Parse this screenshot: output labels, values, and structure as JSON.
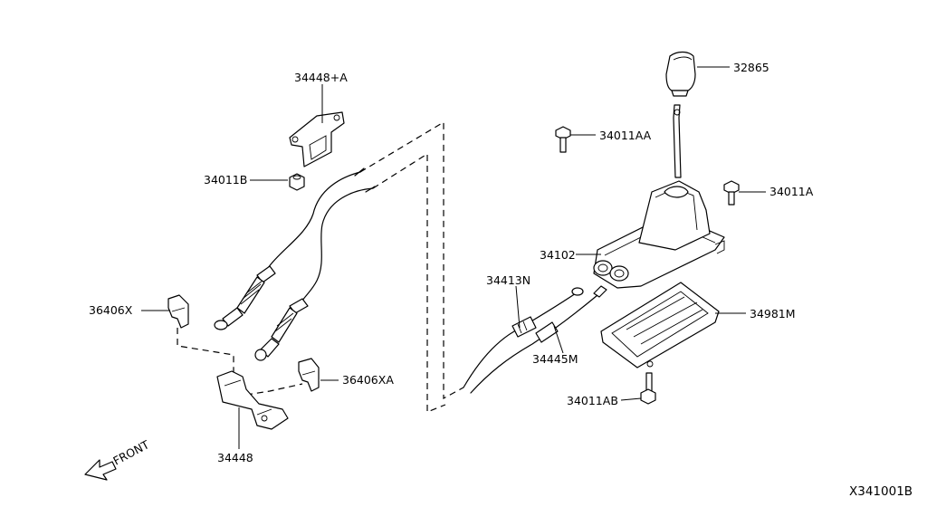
{
  "callouts": {
    "p34448A": "34448+A",
    "p34011B": "34011B",
    "p36406X": "36406X",
    "p36406XA": "36406XA",
    "p34448": "34448",
    "p34413N": "34413N",
    "p34445M": "34445M",
    "p32865": "32865",
    "p34011AA": "34011AA",
    "p34011A": "34011A",
    "p34102": "34102",
    "p34981M": "34981M",
    "p34011AB": "34011AB"
  },
  "front_label": "FRONT",
  "diagram_ref": "X341001B"
}
